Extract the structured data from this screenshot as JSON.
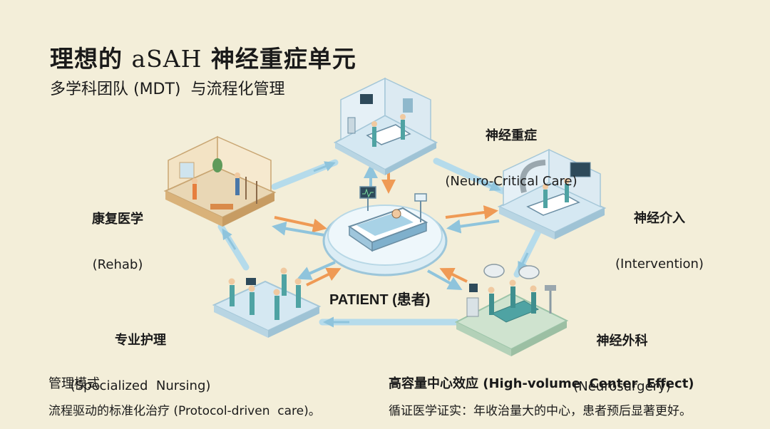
{
  "header": {
    "title_cn_1": "理想的 ",
    "title_latin": "aSAH",
    "title_cn_2": "  神经重症单元",
    "subtitle": "多学科团队 (MDT)  与流程化管理"
  },
  "center": {
    "label": "PATIENT (患者)"
  },
  "nodes": {
    "neuro_critical": {
      "cn": "神经重症",
      "en": "(Neuro-Critical Care)"
    },
    "rehab": {
      "cn": "康复医学",
      "en": "(Rehab)"
    },
    "intervention": {
      "cn": "神经介入",
      "en": "(Intervention)"
    },
    "nursing": {
      "cn": "专业护理",
      "en": "(Specialized  Nursing)"
    },
    "neurosurgery": {
      "cn": "神经外科",
      "en": "(Neurosurgery)"
    }
  },
  "footer": {
    "left_title": "管理模式",
    "left_body": "流程驱动的标准化治疗 (Protocol-driven  care)。",
    "right_title": "高容量中心效应 (High-volume  Center  Effect)",
    "right_body": "循证医学证实：年收治量大的中心，患者预后显著更好。"
  },
  "colors": {
    "background": "#f3eed9",
    "arrow_blue": "#a9d3e6",
    "arrow_orange": "#ef9a55",
    "platform_blue": "#d7eaf3",
    "platform_green": "#cfe3cf",
    "wall_wood": "#e8c79a",
    "staff_teal": "#4fa3a3"
  }
}
